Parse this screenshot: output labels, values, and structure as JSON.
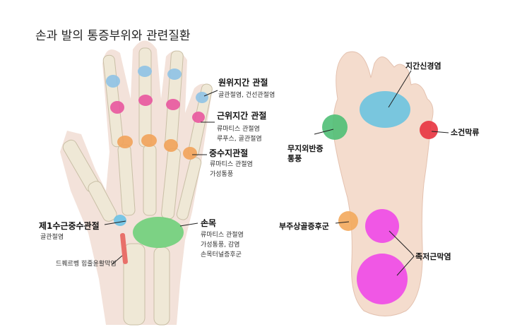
{
  "title": "손과 발의 통증부위와 관련질환",
  "hand": {
    "dip": {
      "label": "원위지간 관절",
      "diseases": "골관절염, 건선관절염"
    },
    "pip": {
      "label": "근위지간 관절",
      "diseases": [
        "류마티스 관절염",
        "루푸스, 골관절염"
      ]
    },
    "mcp": {
      "label": "중수지관절",
      "diseases": [
        "류마티스 관절염",
        "가성통풍"
      ]
    },
    "cmc1": {
      "label": "제1수근중수관절",
      "diseases": "골관절염"
    },
    "wrist": {
      "label": "손목",
      "diseases": [
        "류마티스 관절염",
        "가성통풍, 감염",
        "손목터널증후군"
      ]
    },
    "dequervain": {
      "label": "드퀘르벵 힘줄윤활막염"
    }
  },
  "foot": {
    "interdigital": {
      "label": "지간신경염"
    },
    "bunionette": {
      "label": "소건막류"
    },
    "hallux": {
      "label": [
        "무지외반증",
        "통풍"
      ]
    },
    "navicular": {
      "label": "부주상골증후군"
    },
    "plantar": {
      "label": "족저근막염"
    }
  },
  "colors": {
    "dip": "#8fc3e6",
    "pip": "#e9579f",
    "mcp": "#f2a35a",
    "wrist": "#6fd07a",
    "dequervain": "#e8706a",
    "skin": "#f3ddd0",
    "foot_blue": "#6cc3e0",
    "foot_green": "#4fbf75",
    "foot_red": "#e8333f",
    "foot_orange": "#f3a95c",
    "foot_magenta": "#ef4fe6"
  }
}
